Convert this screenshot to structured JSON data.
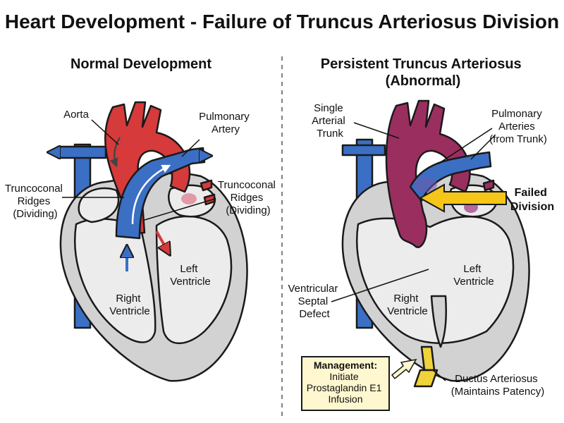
{
  "title": "Heart Development - Failure of Truncus Arteriosus Division",
  "left": {
    "heading": "Normal Development",
    "labels": {
      "aorta": "Aorta",
      "pulmonary_artery": [
        "Pulmonary",
        "Artery"
      ],
      "ridges_left": [
        "Truncoconal",
        "Ridges",
        "(Dividing)"
      ],
      "ridges_right": [
        "Truncoconal",
        "Ridges",
        "(Dividing)"
      ],
      "left_ventricle": [
        "Left",
        "Ventricle"
      ],
      "right_ventricle": [
        "Right",
        "Ventricle"
      ]
    }
  },
  "right": {
    "heading": [
      "Persistent Truncus Arteriosus",
      "(Abnormal)"
    ],
    "labels": {
      "single_trunk": [
        "Single",
        "Arterial",
        "Trunk"
      ],
      "pulmonary_arteries": [
        "Pulmonary",
        "Arteries",
        "(from Trunk)"
      ],
      "failed_division": [
        "Failed",
        "Division"
      ],
      "vsd": [
        "Ventricular",
        "Septal",
        "Defect"
      ],
      "left_ventricle": [
        "Left",
        "Ventricle"
      ],
      "right_ventricle": [
        "Right",
        "Ventricle"
      ],
      "ductus": [
        "Ductus Arteriosus",
        "(Maintains Patency)"
      ]
    },
    "management": {
      "title": "Management:",
      "lines": [
        "Initiate",
        "Prostaglandin E1",
        "Infusion"
      ]
    }
  },
  "colors": {
    "oxygenated": "#d63a3a",
    "deoxygenated": "#3b6fc4",
    "mixed": "#9a2f5f",
    "chamber": "#ececec",
    "wall": "#d2d2d2",
    "ductus": "#f0d23a",
    "callout_arrow": "#f5c518",
    "box_fill": "#fff7cf"
  }
}
